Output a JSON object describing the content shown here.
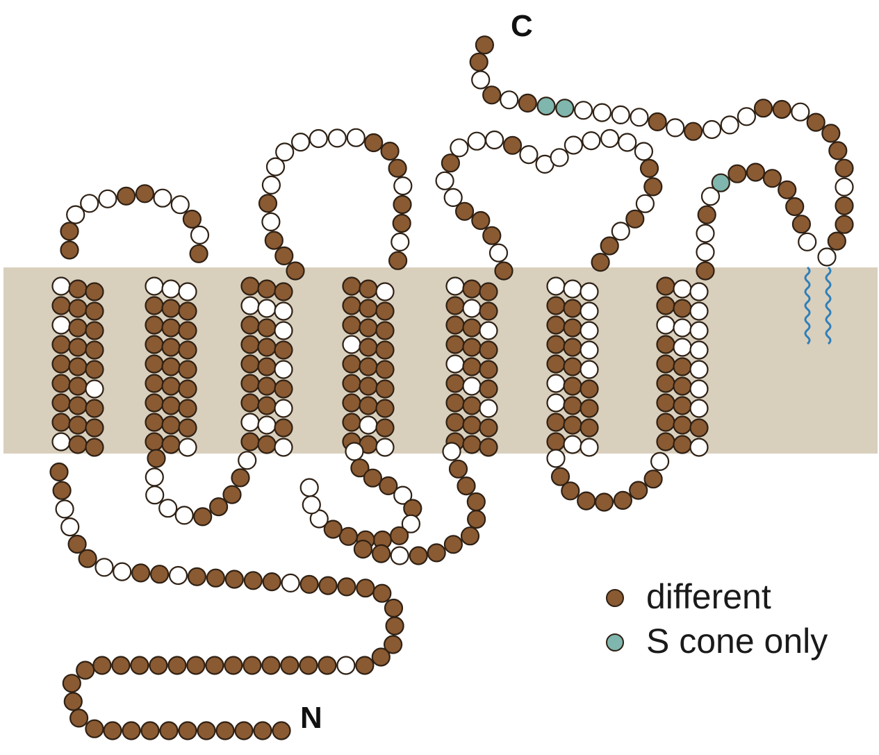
{
  "labels": {
    "c_terminus": "C",
    "n_terminus": "N"
  },
  "legend": [
    {
      "label": "different",
      "color": "#8a5a32"
    },
    {
      "label": "S cone only",
      "color": "#7fb6ae"
    }
  ],
  "colors": {
    "different": "#8a5a32",
    "s_cone_only": "#7fb6ae",
    "same": "#ffffff",
    "membrane": "#d9cfbd",
    "outline": "#2e2014",
    "palmitoyl": "#2f7fb8"
  }
}
